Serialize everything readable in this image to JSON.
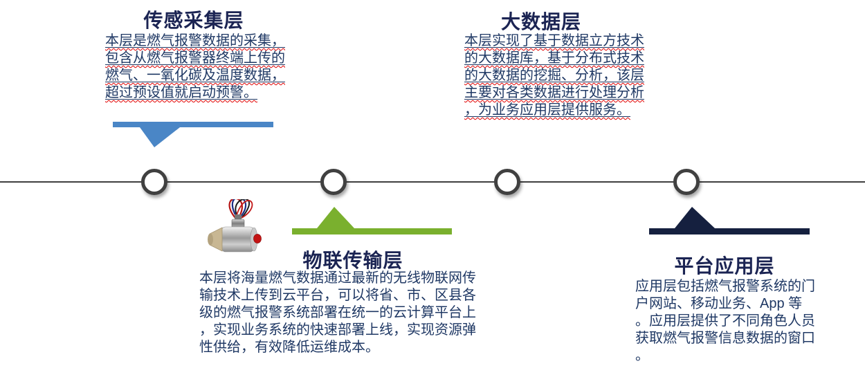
{
  "colors": {
    "title_text": "#1b2453",
    "body_text": "#1f3864",
    "squiggle_red": "#e00000",
    "blue_accent": "#4a86c6",
    "green_accent": "#7ab02e",
    "navy_accent": "#15203f",
    "timeline_gray": "#3f3f3f",
    "node_fill": "#ffffff"
  },
  "timeline": {
    "node_count": 4
  },
  "layers": [
    {
      "title": "传感采集层",
      "marker_direction": "down",
      "body_lines": [
        "本层是燃气报警数据的采集，",
        "包含从燃气报警器终端上传的",
        "燃气、一氧化碳及温度数据，",
        "超过预设值就启动预警。"
      ]
    },
    {
      "title": "大数据层",
      "marker_direction": "none",
      "body_lines": [
        "本层实现了基于数据立方技术",
        "的大数据库，基于分布式技术",
        "的大数据的挖掘、分析，该层",
        "主要对各类数据进行处理分析",
        "，为业务应用层提供服务。"
      ]
    },
    {
      "title": "物联传输层",
      "marker_direction": "up",
      "body_lines": [
        "本层将海量燃气数据通过最新的无线物联网传",
        "输技术上传到云平台，可以将省、市、区县各",
        "级的燃气报警系统部署在统一的云计算平台上",
        "，实现业务系统的快速部署上线，实现资源弹",
        "性供给，有效降低运维成本。"
      ]
    },
    {
      "title": "平台应用层",
      "marker_direction": "up",
      "body_lines": [
        "应用层包括燃气报警系统的门",
        "户网站、移动业务、App 等",
        "。应用层提供了不同角色人员",
        "获取燃气报警信息数据的窗口",
        "。"
      ]
    }
  ],
  "illustration": {
    "icon": "gas-sensor-photo"
  }
}
